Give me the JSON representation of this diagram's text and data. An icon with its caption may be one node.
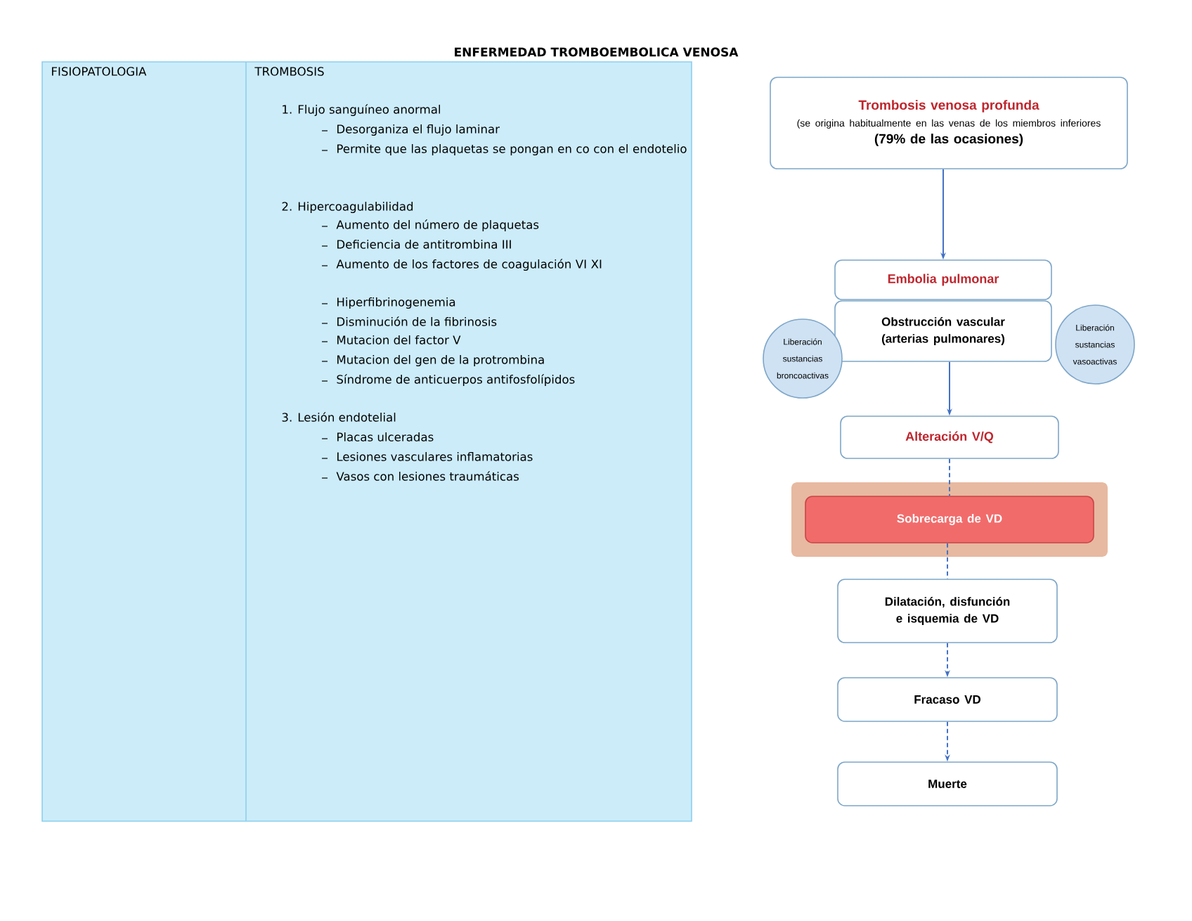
{
  "diagram": {
    "title": "ENFERMEDAD TROMBOEMBOLICA VENOSA",
    "nodes": [
      {
        "text": [
          "Trombosis venosa profunda",
          "(se origina habitualmente en las venas de los miembros inferiores",
          "(79% de las ocasiones)"
        ]
      },
      {
        "text": [
          "Embolia pulmonar"
        ]
      },
      {
        "text": [
          "Obstrucción vascular (arterias pulmonares)"
        ]
      },
      {
        "text": [
          "Liberación sustancias broncoactivas"
        ]
      },
      {
        "text": [
          "Liberación sustancias vasoactivas"
        ]
      },
      {
        "text": [
          "Alteración V/Q"
        ]
      },
      {
        "text": [
          "Sobrecarga de VD"
        ]
      },
      {
        "text": [
          "Dilatación, disfunción e isquemia de VD"
        ]
      },
      {
        "text": [
          "Fracaso VD"
        ]
      },
      {
        "text": [
          "Muerte"
        ]
      }
    ],
    "edges": [
      {
        "from": 0,
        "to": 1,
        "arrow": "to"
      },
      {
        "from": 2,
        "to": 5,
        "arrow": "to"
      },
      {
        "from": 5,
        "to": 6,
        "arrow": "none",
        "style": "dashed"
      },
      {
        "from": 6,
        "to": 7,
        "arrow": "none",
        "style": "dashed"
      },
      {
        "from": 7,
        "to": 8,
        "arrow": "to",
        "style": "dashed"
      },
      {
        "from": 8,
        "to": 9,
        "arrow": "to",
        "style": "dashed"
      }
    ],
    "labels": [
      "FISIOPATOLOGIA",
      "TROMBOSIS",
      "1. Flujo sanguíneo anormal",
      "Desorganiza el flujo laminar",
      "Permite que las plaquetas se pongan en co con el endotelio",
      "2. Hipercoagulabilidad",
      "Aumento del número de plaquetas",
      "Deficiencia de antitrombina III",
      "Aumento de los factores de coagulación VI XI",
      "Hiperfibrinogenemia",
      "Disminución de la fibrinosis",
      "Mutacion del factor V",
      "Mutacion del gen de la protrombina",
      "Síndrome de anticuerpos antifosfolípidos",
      "3. Lesión endotelial",
      "Placas ulceradas",
      "Lesiones vasculares inflamatorias",
      "Vasos con lesiones traumáticas"
    ]
  }
}
